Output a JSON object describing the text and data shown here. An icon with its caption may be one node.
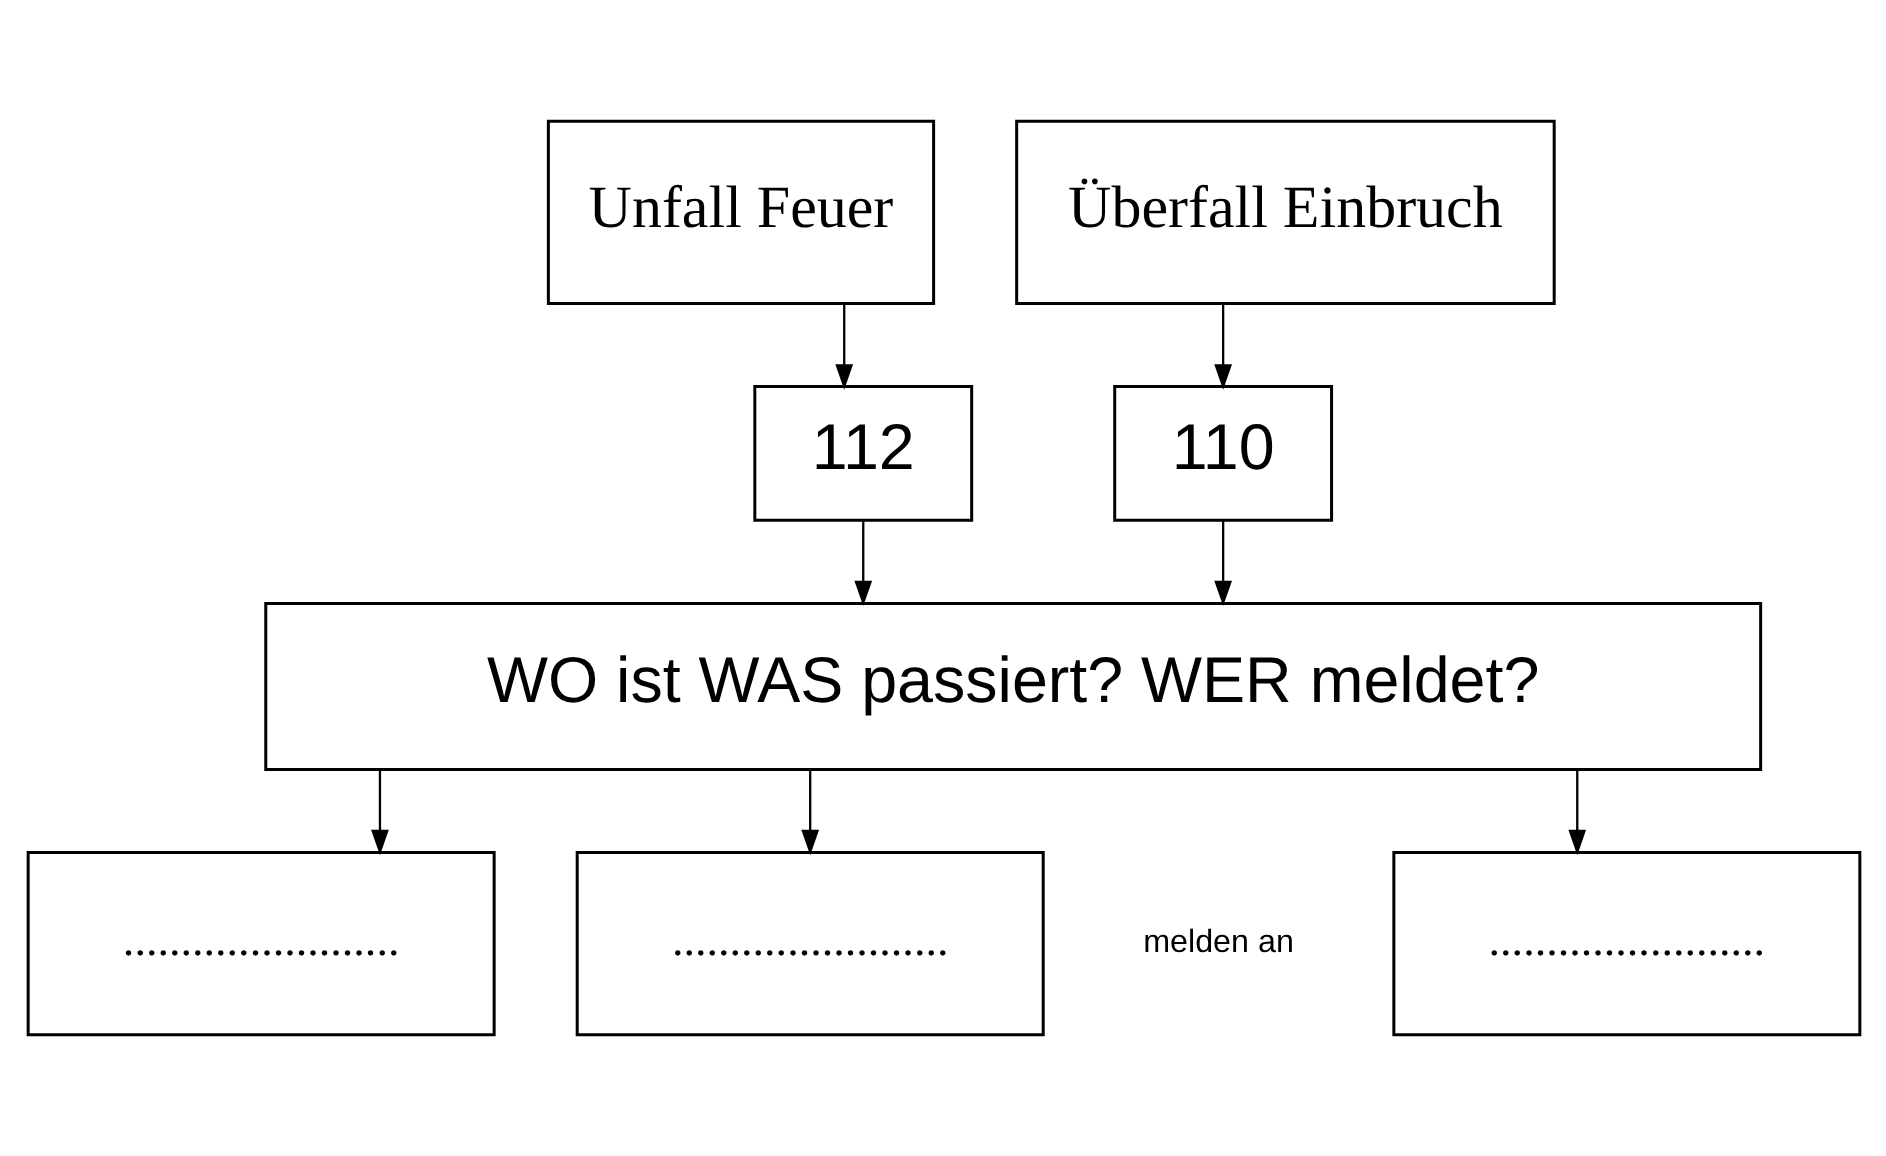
{
  "diagram": {
    "nodes": [
      {
        "text": [
          "Unfall Feuer"
        ]
      },
      {
        "text": [
          "Überfall Einbruch"
        ]
      },
      {
        "text": [
          "112"
        ]
      },
      {
        "text": [
          "110"
        ]
      },
      {
        "text": [
          "WO ist WAS passiert? WER meldet?"
        ]
      },
      {
        "text": [
          "........................"
        ]
      },
      {
        "text": [
          "........................"
        ]
      },
      {
        "text": [
          "........................"
        ]
      }
    ],
    "edges": [
      {
        "from": 0,
        "to": 2,
        "arrow": "to"
      },
      {
        "from": 1,
        "to": 3,
        "arrow": "to"
      },
      {
        "from": 2,
        "to": 4,
        "arrow": "to"
      },
      {
        "from": 3,
        "to": 4,
        "arrow": "to"
      },
      {
        "from": 4,
        "to": 5,
        "arrow": "to"
      },
      {
        "from": 4,
        "to": 6,
        "arrow": "to"
      },
      {
        "from": 4,
        "to": 7,
        "arrow": "to"
      }
    ],
    "labels": [
      "melden an"
    ]
  }
}
